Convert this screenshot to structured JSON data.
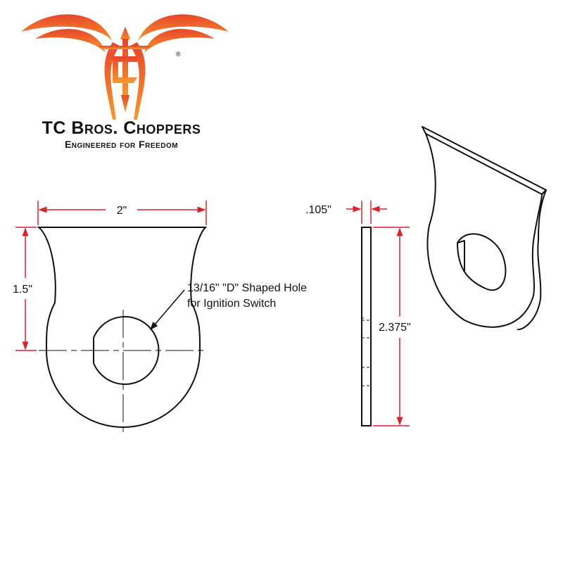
{
  "logo": {
    "brand": "TC Bros. Choppers",
    "tagline": "Engineered for Freedom",
    "registered_mark": "®"
  },
  "colors": {
    "logo_top": "#e8452a",
    "logo_bottom": "#f08a2a",
    "dimension": "#d8232a",
    "outline": "#111111"
  },
  "front_view": {
    "width_label": "2\"",
    "height_label": "1.5\"",
    "hole_label_line1": "13/16\" \"D\" Shaped Hole",
    "hole_label_line2": "for Ignition Switch"
  },
  "side_view": {
    "thickness_label": ".105\"",
    "length_label": "2.375\""
  }
}
